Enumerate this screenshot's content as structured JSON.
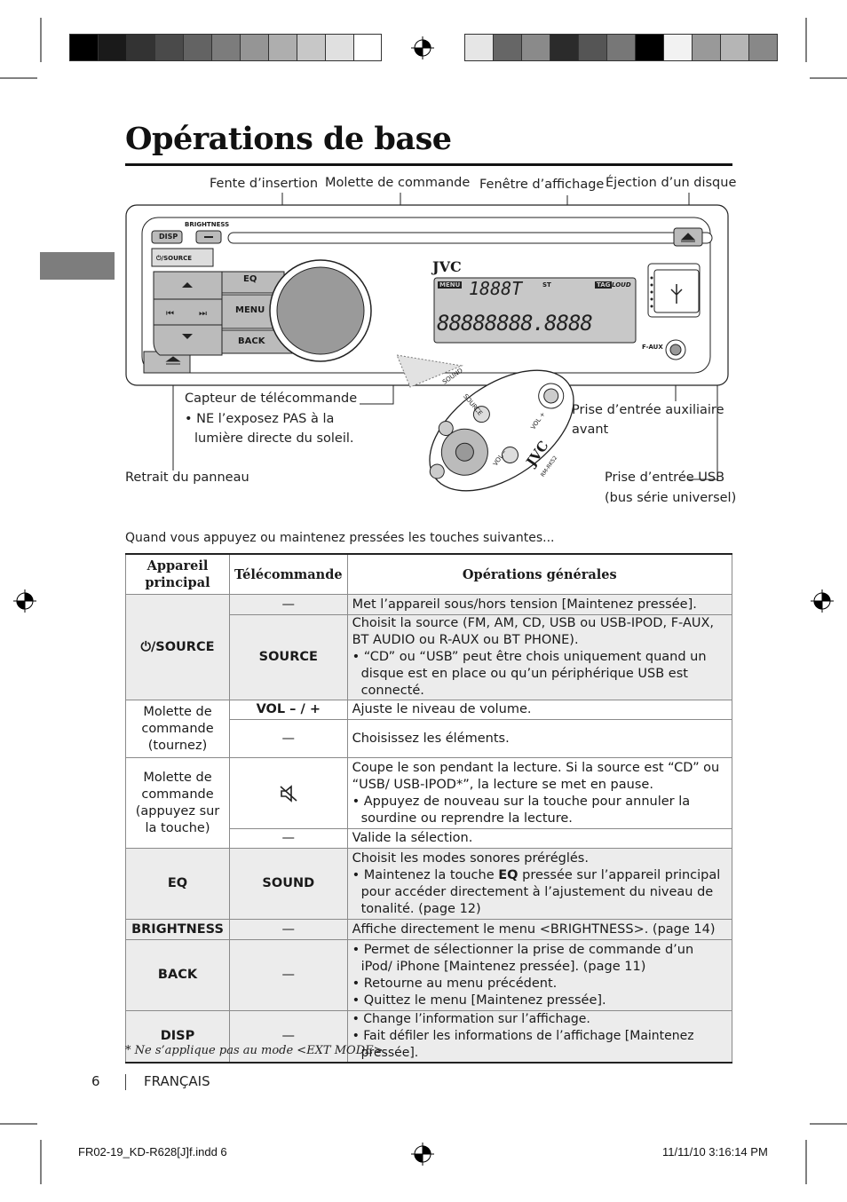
{
  "page_title": "Opérations de base",
  "diagram": {
    "labels": {
      "fente": "Fente d’insertion",
      "molette": "Molette de commande",
      "fenetre": "Fenêtre d’affichage",
      "ejection": "Éjection d’un disque",
      "capteur": "Capteur de télécommande",
      "capteur_note1": "• NE l’exposez PAS à la",
      "capteur_note2": "lumière directe du soleil.",
      "retrait": "Retrait du panneau",
      "prise_aux1": "Prise d’entrée auxiliaire",
      "prise_aux2": "avant",
      "prise_usb1": "Prise d’entrée USB",
      "prise_usb2": "(bus série universel)"
    },
    "unit": {
      "brightness": "BRIGHTNESS",
      "disp": "DISP",
      "source": "⏻/SOURCE",
      "eq": "EQ",
      "menu": "MENU",
      "back": "BACK",
      "brand": "JVC",
      "faux": "F-AUX",
      "lcd_menu": "MENU",
      "lcd_st": "ST",
      "lcd_tag": "TAG",
      "lcd_loud": "LOUD",
      "lcd_main": "88888888.8888",
      "lcd_top": "1888T"
    },
    "remote": {
      "sound": "SOUND",
      "source": "SOURCE",
      "vol_plus": "VOL +",
      "vol_minus": "VOL –",
      "brand": "JVC",
      "model": "RM-RK52"
    }
  },
  "intro_text": "Quand vous appuyez ou maintenez pressées les touches suivantes...",
  "table": {
    "headers": [
      "Appareil principal",
      "Télécommande",
      "Opérations générales"
    ],
    "rows": {
      "r1_remote": "—",
      "r1_op": "Met l’appareil sous/hors tension [Maintenez pressée].",
      "r1_main": "⏻/SOURCE",
      "r2_remote": "SOURCE",
      "r2_op1": "Choisit la source (FM, AM, CD, USB ou USB-IPOD, F-AUX,",
      "r2_op2": "BT AUDIO ou R-AUX ou BT PHONE).",
      "r2_op3": "• “CD” ou “USB” peut être chois uniquement quand un disque est en place ou qu’un périphérique USB est connecté.",
      "r3_main": "Molette de commande (tournez)",
      "r3_remote": "VOL – / +",
      "r3_op": "Ajuste le niveau de volume.",
      "r4_remote": "—",
      "r4_op": "Choisissez les éléments.",
      "r5_main": "Molette de commande (appuyez sur la touche)",
      "r5_remote_icon": "mute-icon",
      "r5_op1": "Coupe le son pendant la lecture. Si la source est “CD” ou “USB/ USB-IPOD*”, la lecture se met en pause.",
      "r5_op2": "• Appuyez de nouveau sur la touche pour annuler la sourdine ou reprendre la lecture.",
      "r6_remote": "—",
      "r6_op": "Valide la sélection.",
      "r7_main": "EQ",
      "r7_remote": "SOUND",
      "r7_op1": "Choisit les modes sonores préréglés.",
      "r7_op2a": "• Maintenez la touche ",
      "r7_op2b": "EQ",
      "r7_op2c": " pressée sur l’appareil principal pour accéder directement à l’ajustement du niveau de tonalité. (page 12)",
      "r8_main": "BRIGHTNESS",
      "r8_remote": "—",
      "r8_op": "Affiche directement le menu <BRIGHTNESS>. (page 14)",
      "r9_main": "BACK",
      "r9_remote": "—",
      "r9_op1": "• Permet de sélectionner la prise de commande d’un iPod/ iPhone [Maintenez pressée]. (page 11)",
      "r9_op2": "• Retourne au menu précédent.",
      "r9_op3": "• Quittez le menu [Maintenez pressée].",
      "r10_main": "DISP",
      "r10_remote": "—",
      "r10_op1": "• Change l’information sur l’affichage.",
      "r10_op2": "• Fait défiler les informations de l’affichage [Maintenez pressée]."
    }
  },
  "footnote": "*    Ne s’applique pas au mode <EXT MODE>.",
  "page_number": "6",
  "language": "FRANÇAIS",
  "slug_file": "FR02-19_KD-R628[J]f.indd   6",
  "slug_date": "11/11/10   3:16:14 PM",
  "colors": {
    "tab_gray": "#7d7d7d",
    "row_shade": "#ececec"
  }
}
